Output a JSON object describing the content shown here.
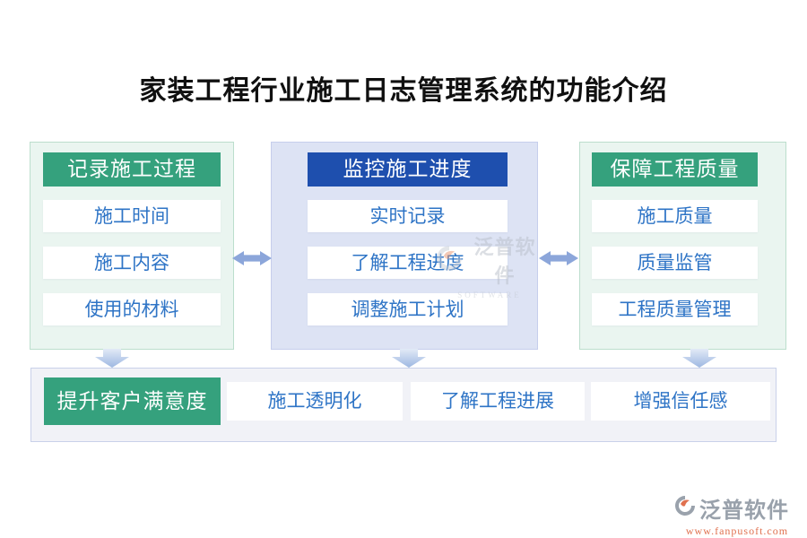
{
  "title": "家装工程行业施工日志管理系统的功能介绍",
  "columns": [
    {
      "header": "记录施工过程",
      "theme": "green",
      "items": [
        "施工时间",
        "施工内容",
        "使用的材料"
      ]
    },
    {
      "header": "监控施工进度",
      "theme": "blue",
      "items": [
        "实时记录",
        "了解工程进度",
        "调整施工计划"
      ]
    },
    {
      "header": "保障工程质量",
      "theme": "green",
      "items": [
        "施工质量",
        "质量监管",
        "工程质量管理"
      ]
    }
  ],
  "bottom_row": {
    "label": "提升客户满意度",
    "items": [
      "施工透明化",
      "了解工程进展",
      "增强信任感"
    ]
  },
  "watermark": {
    "name": "泛普软件",
    "subtext": "SOFTWARE"
  },
  "brand": {
    "name": "泛普软件",
    "url": "www.fanpusoft.com"
  },
  "colors": {
    "green": "#35a17d",
    "blue": "#1e4fae",
    "panel-green-bg": "#eaf5f0",
    "panel-green-border": "#bcdecd",
    "panel-blue-bg": "#dde3f4",
    "panel-blue-border": "#c6ceec",
    "bottom-bg": "#f1f2f7",
    "bottom-border": "#c9d1e9",
    "item-text": "#2e74c6",
    "arrow": "#8ca6da",
    "brand-gray": "#99a1ab",
    "brand-orange": "#e0714f"
  }
}
